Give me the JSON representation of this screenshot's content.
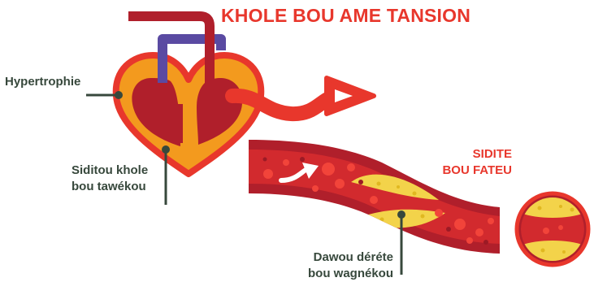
{
  "title": "KHOLE BOU AME TANSION",
  "labels": {
    "hypertrophie": "Hypertrophie",
    "siditou_line1": "Siditou khole",
    "siditou_line2": "bou tawékou",
    "sidite_line1": "SIDITE",
    "sidite_line2": "BOU FATEU",
    "dawou_line1": "Dawou déréte",
    "dawou_line2": "bou wagnékou"
  },
  "colors": {
    "title": "#e8372c",
    "label_dark": "#37483c",
    "label_red": "#e8372c",
    "heart_outer": "#f39a1e",
    "heart_inner": "#b01f2b",
    "vessel_wall": "#b01f2b",
    "vessel_core": "#d22a2e",
    "arrow_red": "#e8372c",
    "vein_purple": "#5a4aa2",
    "plaque": "#f3d34a",
    "leader": "#37483c"
  },
  "icons": [
    "heart-icon",
    "artery-icon",
    "flow-arrow-icon",
    "artery-cross-section-icon"
  ]
}
